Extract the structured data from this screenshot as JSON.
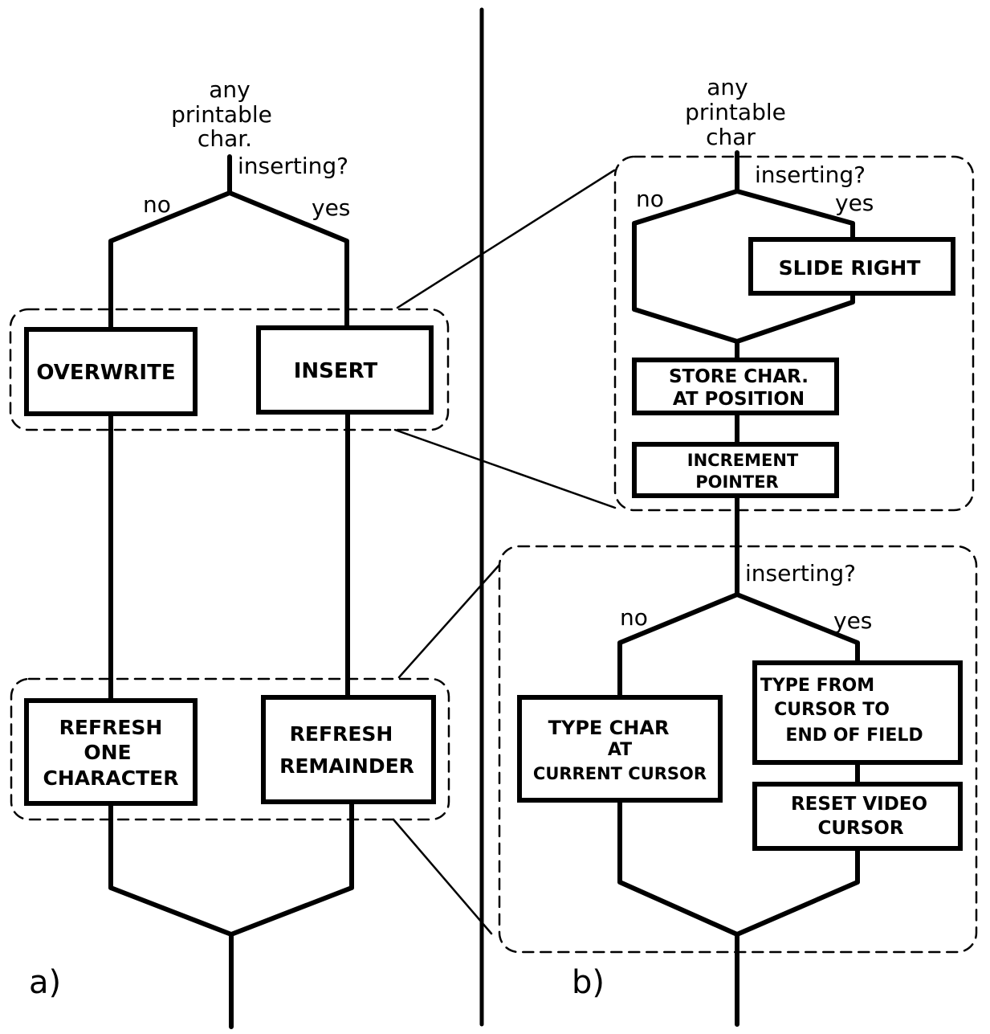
{
  "panel_a": {
    "label": "a)",
    "input_lines": [
      "any",
      "printable",
      "char."
    ],
    "decision": "inserting?",
    "branch_no": "no",
    "branch_yes": "yes",
    "box_overwrite": [
      "OVERWRITE"
    ],
    "box_insert": [
      "INSERT"
    ],
    "box_refresh_one": [
      "REFRESH",
      "ONE",
      "CHARACTER"
    ],
    "box_refresh_remainder": [
      "REFRESH",
      "REMAINDER"
    ]
  },
  "panel_b": {
    "label": "b)",
    "input_lines": [
      "any",
      "printable",
      "char"
    ],
    "decision_1": "inserting?",
    "decision_1_no": "no",
    "decision_1_yes": "yes",
    "box_slide_right": [
      "SLIDE RIGHT"
    ],
    "box_store_char": [
      "STORE CHAR.",
      "AT POSITION"
    ],
    "box_increment": [
      "INCREMENT",
      "POINTER"
    ],
    "decision_2": "inserting?",
    "decision_2_no": "no",
    "decision_2_yes": "yes",
    "box_type_char": [
      "TYPE CHAR",
      "AT",
      "CURRENT CURSOR"
    ],
    "box_type_from": [
      "TYPE FROM",
      "CURSOR TO",
      "END OF FIELD"
    ],
    "box_reset_video": [
      "RESET VIDEO",
      "CURSOR"
    ]
  }
}
